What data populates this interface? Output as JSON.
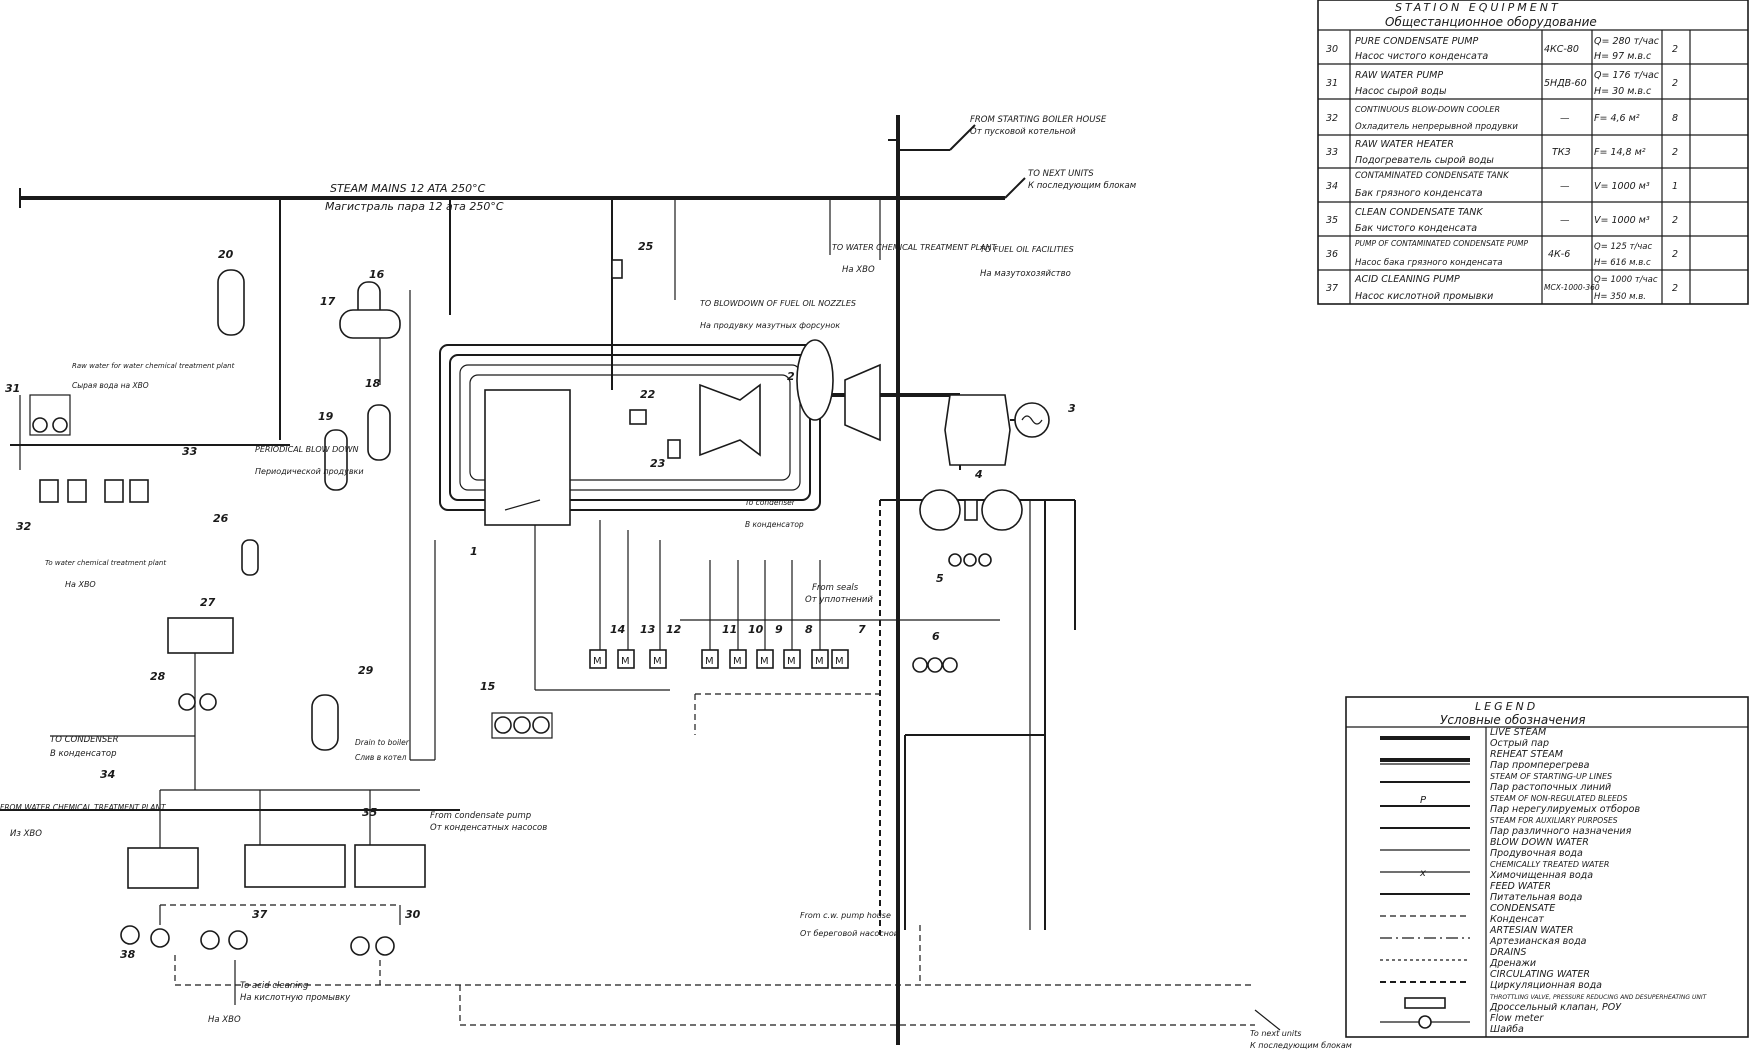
{
  "equipment_table": {
    "title_en": "STATION  EQUIPMENT",
    "title_ru": "Общестанционное оборудование",
    "rows": [
      {
        "no": "30",
        "name_en": "PURE CONDENSATE PUMP",
        "name_ru": "Насос чистого конденсата",
        "type": "4КС-80",
        "spec_a": "Q= 280 т/час",
        "spec_b": "H= 97 м.в.с",
        "qty": "2"
      },
      {
        "no": "31",
        "name_en": "RAW WATER PUMP",
        "name_ru": "Насос сырой воды",
        "type": "5НДВ-60",
        "spec_a": "Q= 176 т/час",
        "spec_b": "H= 30 м.в.с",
        "qty": "2"
      },
      {
        "no": "32",
        "name_en": "CONTINUOUS BLOW-DOWN COOLER",
        "name_ru": "Охладитель непрерывной продувки",
        "type": "—",
        "spec_a": "F= 4,6 м²",
        "spec_b": "",
        "qty": "8"
      },
      {
        "no": "33",
        "name_en": "RAW WATER HEATER",
        "name_ru": "Подогреватель сырой воды",
        "type": "ТКЗ",
        "spec_a": "F= 14,8 м²",
        "spec_b": "",
        "qty": "2"
      },
      {
        "no": "34",
        "name_en": "CONTAMINATED CONDENSATE TANK",
        "name_ru": "Бак грязного конденсата",
        "type": "—",
        "spec_a": "V= 1000 м³",
        "spec_b": "",
        "qty": "1"
      },
      {
        "no": "35",
        "name_en": "CLEAN CONDENSATE TANK",
        "name_ru": "Бак чистого конденсата",
        "type": "—",
        "spec_a": "V= 1000 м³",
        "spec_b": "",
        "qty": "2"
      },
      {
        "no": "36",
        "name_en": "PUMP OF CONTAMINATED CONDENSATE PUMP",
        "name_ru": "Насос бака грязного конденсата",
        "type": "4К-6",
        "spec_a": "Q= 125 т/час",
        "spec_b": "H= 616 м.в.с",
        "qty": "2"
      },
      {
        "no": "37",
        "name_en": "ACID CLEANING PUMP",
        "name_ru": "Насос кислотной промывки",
        "type": "МСХ-1000-360",
        "spec_a": "Q= 1000 т/час",
        "spec_b": "H= 350 м.в.",
        "qty": "2"
      }
    ]
  },
  "legend": {
    "title_en": "LEGEND",
    "title_ru": "Условные обозначения",
    "items": [
      {
        "en": "LIVE STEAM",
        "ru": "Острый пар"
      },
      {
        "en": "REHEAT STEAM",
        "ru": "Пар промперегрева"
      },
      {
        "en": "STEAM OF STARTING-UP LINES",
        "ru": "Пар растопочных линий"
      },
      {
        "en": "STEAM OF NON-REGULATED BLEEDS",
        "ru": "Пар нерегулируемых отборов"
      },
      {
        "en": "STEAM FOR AUXILIARY PURPOSES",
        "ru": "Пар различного назначения"
      },
      {
        "en": "BLOW DOWN WATER",
        "ru": "Продувочная вода"
      },
      {
        "en": "CHEMICALLY TREATED WATER",
        "ru": "Химочищенная вода"
      },
      {
        "en": "FEED WATER",
        "ru": "Питательная вода"
      },
      {
        "en": "CONDENSATE",
        "ru": "Конденсат"
      },
      {
        "en": "ARTESIAN WATER",
        "ru": "Артезианская вода"
      },
      {
        "en": "DRAINS",
        "ru": "Дренажи"
      },
      {
        "en": "CIRCULATING WATER",
        "ru": "Циркуляционная вода"
      },
      {
        "en": "THROTTLING VALVE, PRESSURE REDUCING AND DESUPERHEATING UNIT",
        "ru": "Дроссельный клапан, РОУ"
      },
      {
        "en": "Flow meter",
        "ru": "Шайба"
      }
    ]
  },
  "annotations": {
    "steam_mains_en": "STEAM MAINS 12 ATA 250°C",
    "steam_mains_ru": "Магистраль пара 12 ата 250°C",
    "from_starting_boiler_en": "FROM STARTING BOILER HOUSE",
    "from_starting_boiler_ru": "От пусковой котельной",
    "to_next_units_top_en": "TO NEXT UNITS",
    "to_next_units_top_ru": "К последующим блокам",
    "to_wtp_en": "TO WATER CHEMICAL TREATMENT PLANT",
    "to_wtp_ru": "На ХВО",
    "to_fuel_oil_en": "TO FUEL OIL FACILITIES",
    "to_fuel_oil_ru": "На мазутохозяйство",
    "to_blowdown_en": "TO BLOWDOWN OF FUEL OIL NOZZLES",
    "to_blowdown_ru": "На продувку мазутных форсунок",
    "periodical_en": "PERIODICAL BLOW DOWN",
    "periodical_ru": "Периодической продувки",
    "raw_water_en": "Raw water for water chemical treatment plant",
    "raw_water_ru": "Сырая вода на ХВО",
    "to_wtp_left_en": "To water chemical treatment plant",
    "to_wtp_left_ru": "На ХВО",
    "to_condenser_en": "TO CONDENSER",
    "to_condenser_ru": "В конденсатор",
    "from_wtp_en": "FROM WATER CHEMICAL TREATMENT PLANT",
    "from_wtp_ru": "Из ХВО",
    "from_cond_pump_en": "From condensate pump",
    "from_cond_pump_ru": "От конденсатных насосов",
    "to_acid_cleaning_en": "To acid cleaning",
    "to_acid_cleaning_ru": "На кислотную промывку",
    "to_wtp_bottom_ru": "На ХВО",
    "from_seals_en": "From seals",
    "from_seals_ru": "От уплотнений",
    "to_condenser_mid_en": "To condenser",
    "to_condenser_mid_ru": "В конденсатор",
    "drain_en": "Drain to boiler",
    "drain_ru": "Слив в котел",
    "from_cw_en": "From c.w. pump house",
    "from_cw_ru": "От береговой насосной",
    "to_next_units_bottom_en": "To next units",
    "to_next_units_bottom_ru": "К последующим блокам",
    "unit_34": "34",
    "unit_35": "35"
  },
  "components": [
    "1",
    "2",
    "3",
    "4",
    "5",
    "6",
    "7",
    "8",
    "9",
    "10",
    "11",
    "12",
    "13",
    "14",
    "15",
    "16",
    "17",
    "18",
    "19",
    "20",
    "22",
    "23",
    "25",
    "26",
    "27",
    "28",
    "29",
    "30",
    "31",
    "32",
    "33",
    "37",
    "38"
  ]
}
